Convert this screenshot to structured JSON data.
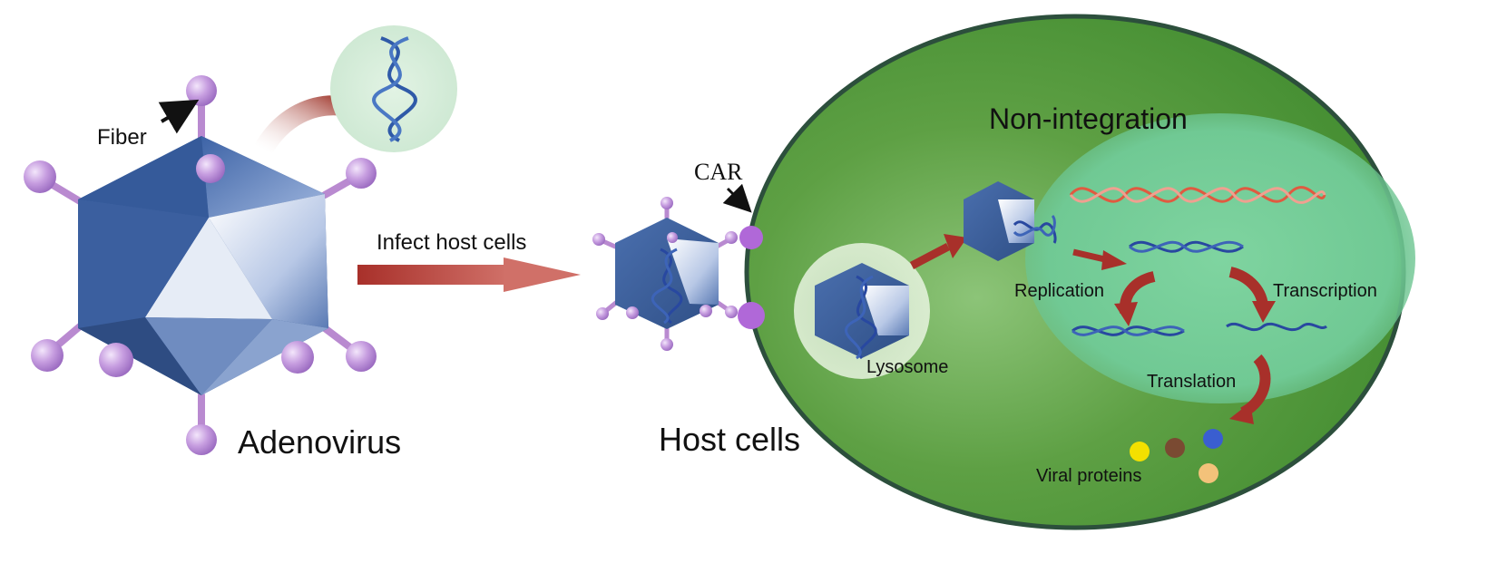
{
  "labels": {
    "fiber": "Fiber",
    "adenovirus": "Adenovirus",
    "infect": "Infect host cells",
    "host_cells": "Host cells",
    "car": "CAR",
    "non_integration": "Non-integration",
    "lysosome": "Lysosome",
    "replication": "Replication",
    "transcription": "Transcription",
    "translation": "Translation",
    "viral_proteins": "Viral proteins"
  },
  "colors": {
    "capsid_dark": "#3a5e98",
    "capsid_light": "#e8eef8",
    "fiber": "#b98ad0",
    "fiber_knob": "#c9a2e0",
    "cell_green": "#4f9a3a",
    "cell_border": "#2c4f3c",
    "nucleus": "#8fd6a6",
    "arrow_red": "#a8302a",
    "dna_blue": "#2848a0",
    "dna_red": "#e06a50",
    "protein_yellow": "#f3e000",
    "protein_brown": "#7a4a32",
    "protein_blue": "#3a5ed0",
    "protein_peach": "#f3c27a"
  },
  "icons": {
    "dna_bubble": "dna-helix-icon",
    "virus": "icosahedral-virus-icon"
  }
}
